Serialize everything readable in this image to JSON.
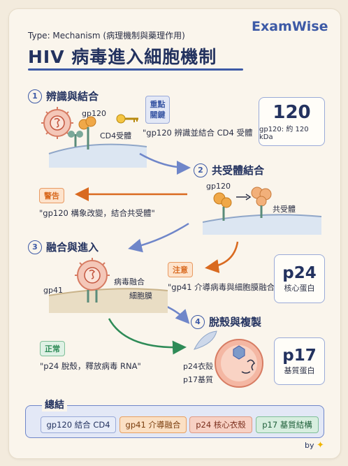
{
  "brand": "ExamWise",
  "type_line": "Type: Mechanism (病理機制與藥理作用)",
  "title": "HIV 病毒進入細胞機制",
  "steps": [
    {
      "num": "1",
      "title": "辨識與結合"
    },
    {
      "num": "2",
      "title": "共受體結合"
    },
    {
      "num": "3",
      "title": "融合與進入"
    },
    {
      "num": "4",
      "title": "脫殼與複製"
    }
  ],
  "step1": {
    "gp120_label": "gp120",
    "cd4_label": "CD4受體",
    "tag_line1": "重點",
    "tag_line2": "關鍵",
    "quote": "\"gp120 辨識並結合 CD4 受體",
    "box_value": "120",
    "box_caption": "gp120: 約 120 kDa"
  },
  "step2": {
    "gp120_label": "gp120",
    "coreceptor_label": "共受體",
    "tag": "警告",
    "quote": "\"gp120 構象改變，結合共受體\""
  },
  "step3": {
    "gp41_label": "gp41",
    "envelope_label": "病毒融合",
    "membrane_label": "細胞膜",
    "tag": "注意",
    "quote": "\"gp41 介導病毒與細胞膜融合",
    "box_value": "p24",
    "box_caption": "核心蛋白"
  },
  "step4": {
    "tag": "正常",
    "quote": "\"p24 脫殼，釋放病毒 RNA\"",
    "p24_label": "p24衣殼",
    "p17_label": "p17基質",
    "box_value": "p17",
    "box_caption": "基質蛋白"
  },
  "summary": {
    "title": "總結",
    "chips": [
      "gp120 結合 CD4",
      "gp41 介導融合",
      "p24 核心衣殼",
      "p17 基質結構"
    ]
  },
  "footer": "by",
  "colors": {
    "navy": "#23325f",
    "blue": "#3d5aa6",
    "orange": "#e06a1f",
    "green": "#2e8b57",
    "virus": "#e8a08a"
  }
}
